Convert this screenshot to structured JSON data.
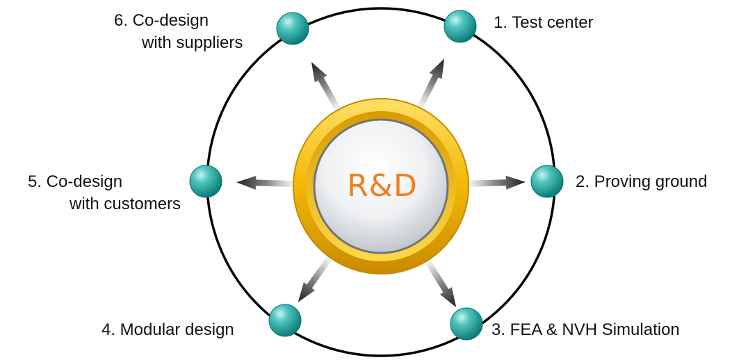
{
  "center": {
    "label": "R&D"
  },
  "nodes": [
    {
      "id": "1",
      "lines": [
        "1. Test center"
      ]
    },
    {
      "id": "2",
      "lines": [
        "2. Proving ground"
      ]
    },
    {
      "id": "3",
      "lines": [
        "3. FEA & NVH Simulation"
      ]
    },
    {
      "id": "4",
      "lines": [
        "4. Modular design"
      ]
    },
    {
      "id": "5",
      "lines": [
        "5. Co-design",
        "with customers"
      ]
    },
    {
      "id": "6",
      "lines": [
        "6. Co-design",
        "with suppliers"
      ]
    }
  ],
  "colors": {
    "ring": "#000000",
    "node": "#1fa9a3",
    "gold": "#f2b705",
    "center_text": "#f07f1a",
    "arrow": "#333333"
  }
}
